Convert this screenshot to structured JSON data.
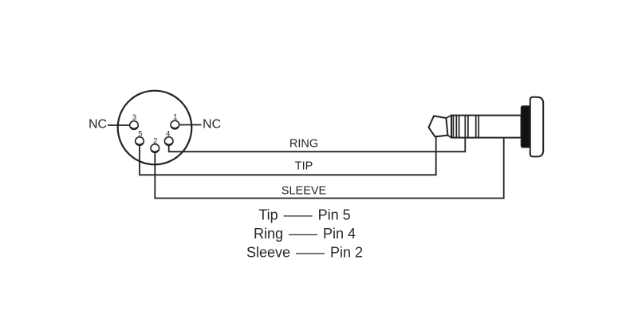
{
  "diagram": {
    "din_connector": {
      "pins": [
        {
          "number": "3"
        },
        {
          "number": "1"
        },
        {
          "number": "5"
        },
        {
          "number": "4"
        },
        {
          "number": "2"
        }
      ],
      "nc_left": "NC",
      "nc_right": "NC"
    },
    "wires": {
      "ring_label": "RING",
      "tip_label": "TIP",
      "sleeve_label": "SLEEVE"
    },
    "legend": {
      "rows": [
        {
          "conductor": "Tip",
          "dashes": "——",
          "pin": "Pin 5"
        },
        {
          "conductor": "Ring",
          "dashes": "——",
          "pin": "Pin 4"
        },
        {
          "conductor": "Sleeve",
          "dashes": "——",
          "pin": "Pin 2"
        }
      ]
    },
    "colors": {
      "line": "#232323",
      "text": "#262626",
      "background": "#ffffff",
      "knurl_fill": "#111111"
    }
  }
}
